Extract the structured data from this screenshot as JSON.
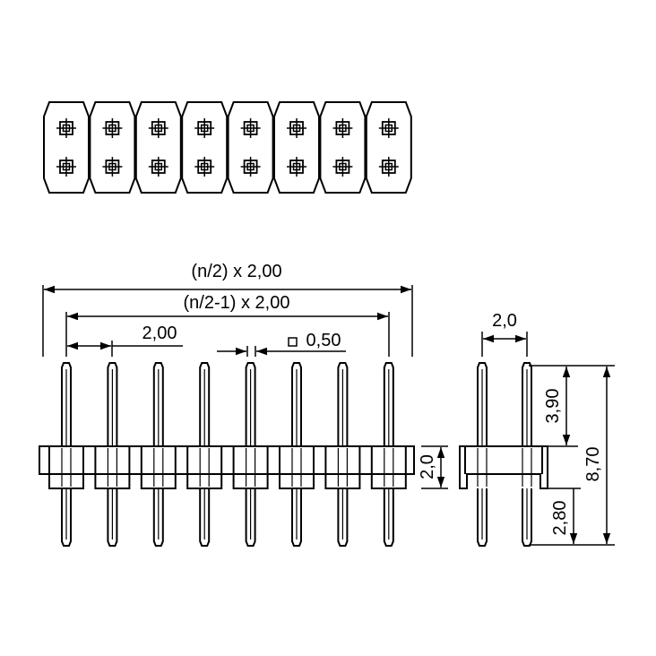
{
  "drawing": {
    "pin_count_per_row": 8,
    "colors": {
      "line": "#000000",
      "background": "#ffffff"
    }
  },
  "labels": {
    "overall_length": "(n/2) x 2,00",
    "pin_span": "(n/2-1) x 2,00",
    "pitch": "2,00",
    "pin_square": "0,50",
    "row_pitch": "2,0",
    "upper_pin_height": "3,90",
    "total_height": "8,70",
    "lower_pin_height": "2,80",
    "body_height": "2,0"
  }
}
